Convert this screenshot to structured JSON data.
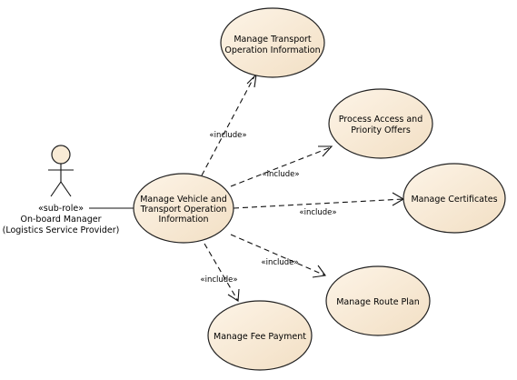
{
  "actor": {
    "stereotype": "«sub-role»",
    "name_lines": [
      "On-board Manager",
      "(Logistics Service Provider)"
    ]
  },
  "use_cases": {
    "center": [
      "Manage Vehicle and",
      "Transport Operation",
      "Information"
    ],
    "transport": [
      "Manage Transport",
      "Operation Information"
    ],
    "access": [
      "Process Access and",
      "Priority Offers"
    ],
    "certificates": [
      "Manage Certificates"
    ],
    "route": [
      "Manage Route Plan"
    ],
    "fee": [
      "Manage Fee Payment"
    ]
  },
  "include_label": "«include»"
}
